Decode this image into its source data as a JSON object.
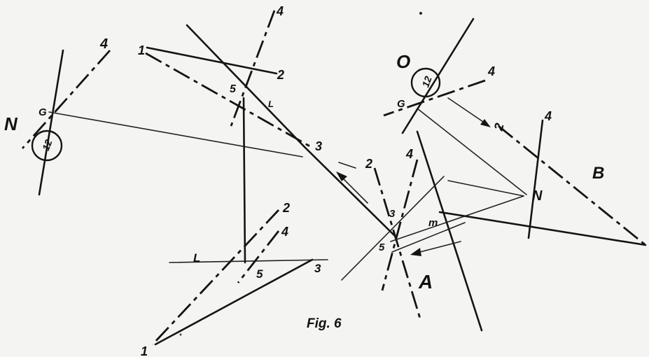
{
  "figure": {
    "caption": "Fig. 6",
    "labels": {
      "left_top_4": "4",
      "left_g": "G",
      "left_n": "N",
      "left_circle_text": "12",
      "cA_1": "1",
      "cA_2": "2",
      "cA_4": "4",
      "cA_5": "5",
      "cA_L": "L",
      "cA_3": "3",
      "cB_2": "2",
      "cB_4": "4",
      "cB_3": "3",
      "cB_5": "5",
      "cB_A": "A",
      "cB_m": "m",
      "cC_2": "2",
      "cC_4": "4",
      "cC_L": "L",
      "cC_5": "5",
      "cC_3": "3",
      "cC_1": "1",
      "right_o": "O",
      "right_g": "G",
      "right_circle_text": "12",
      "right_4": "4",
      "right_2": "2",
      "right_4b": "4",
      "right_n": "N",
      "right_B": "B"
    },
    "colors": {
      "ink": "#141414",
      "paper": "#f4f4f2"
    }
  }
}
